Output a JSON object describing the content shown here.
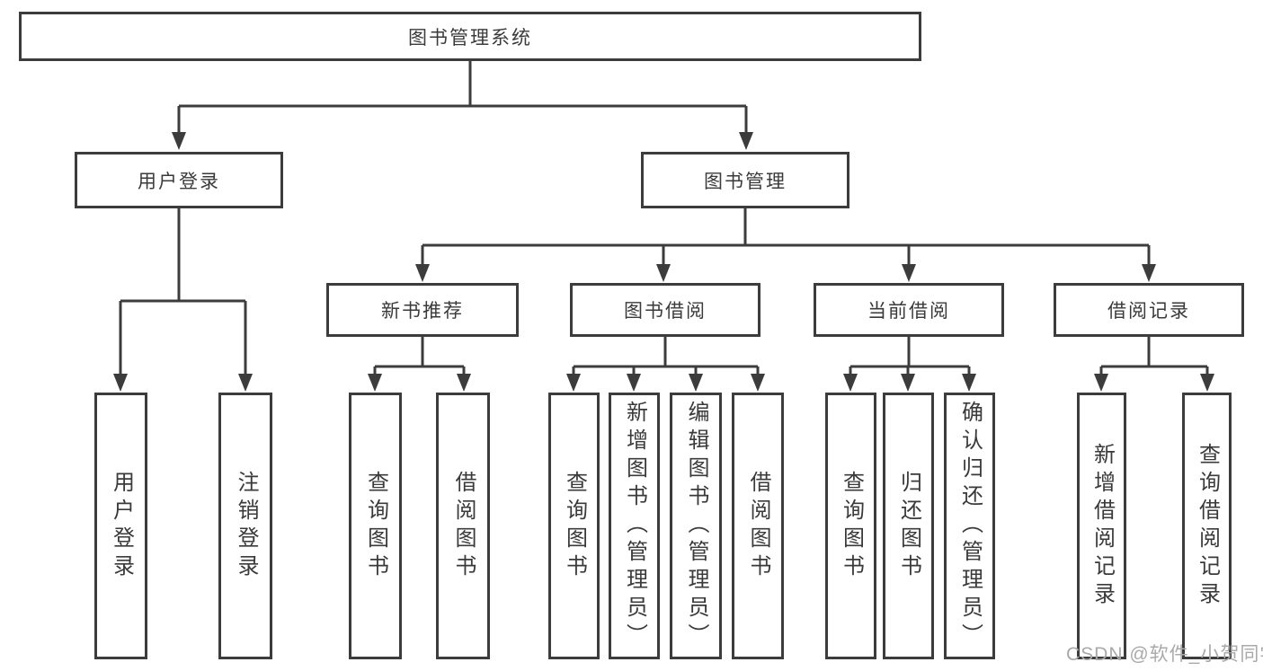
{
  "root": {
    "label": "图书管理系统"
  },
  "branches": [
    {
      "label": "用户登录",
      "leaves": [
        {
          "label": "用户登录"
        },
        {
          "label": "注销登录"
        }
      ]
    },
    {
      "label": "图书管理",
      "groups": [
        {
          "label": "新书推荐",
          "leaves": [
            {
              "label": "查询图书"
            },
            {
              "label": "借阅图书"
            }
          ]
        },
        {
          "label": "图书借阅",
          "leaves": [
            {
              "label": "查询图书"
            },
            {
              "label": "新增图书（管理员）"
            },
            {
              "label": "编辑图书（管理员）"
            },
            {
              "label": "借阅图书"
            }
          ]
        },
        {
          "label": "当前借阅",
          "leaves": [
            {
              "label": "查询图书"
            },
            {
              "label": "归还图书"
            },
            {
              "label": "确认归还（管理员）"
            }
          ]
        },
        {
          "label": "借阅记录",
          "leaves": [
            {
              "label": "新增借阅记录"
            },
            {
              "label": "查询借阅记录"
            }
          ]
        }
      ]
    }
  ],
  "watermark": {
    "text": "CSDN @软件_小贺同学"
  },
  "colors": {
    "line": "#3c3c3c",
    "text": "#3a3a3a",
    "background": "#ffffff",
    "watermark": "#a9a9a9"
  }
}
